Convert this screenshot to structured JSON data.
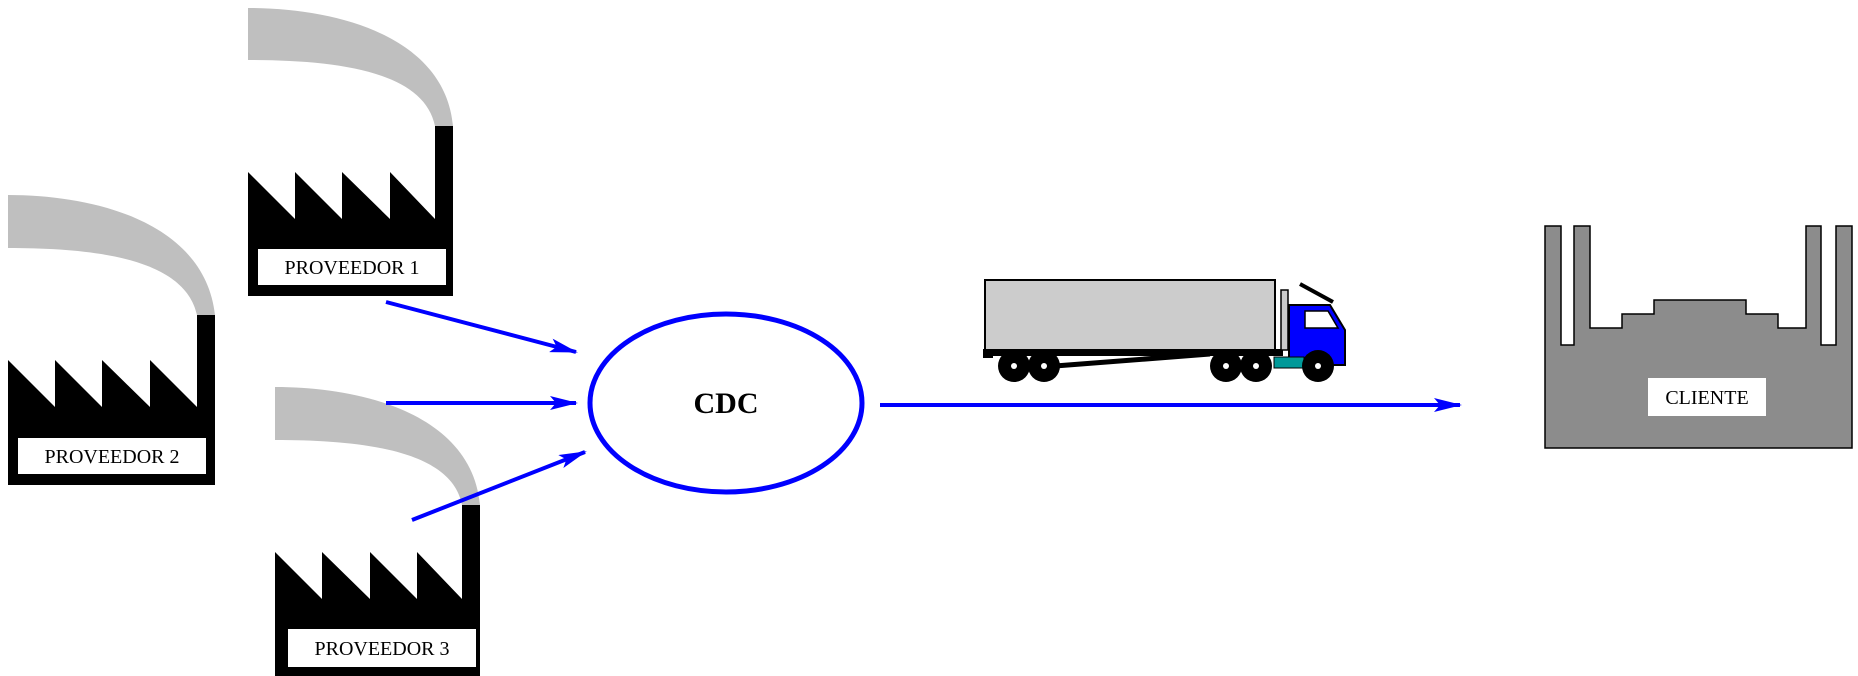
{
  "diagram": {
    "factories": [
      {
        "id": "p1",
        "label": "PROVEEDOR 1"
      },
      {
        "id": "p2",
        "label": "PROVEEDOR 2"
      },
      {
        "id": "p3",
        "label": "PROVEEDOR 3"
      }
    ],
    "center_label": "CDC",
    "client_label": "CLIENTE",
    "colors": {
      "arrow": "#0000ff",
      "factory_body": "#000000",
      "smoke": "#bfbfbf",
      "trailer": "#cccccc",
      "cab": "#0000ff",
      "client_building": "#8c8c8c"
    },
    "icons": [
      "factory-icon",
      "truck-icon",
      "building-icon"
    ]
  }
}
